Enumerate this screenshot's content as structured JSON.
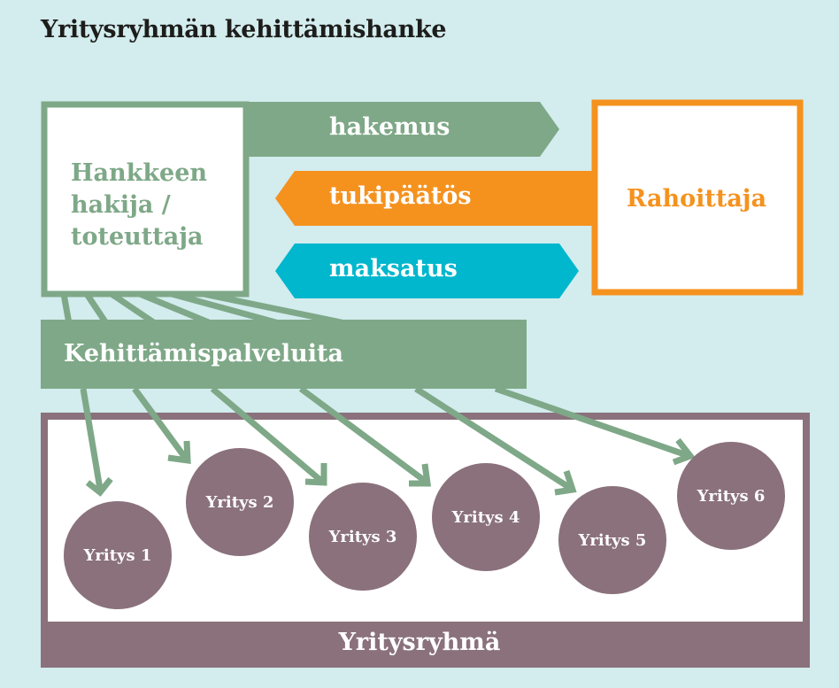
{
  "title": "Yritysryhmän kehittämishanke",
  "applicant": {
    "lines": [
      "Hankkeen",
      "hakija /",
      "toteuttaja"
    ]
  },
  "funder": {
    "label": "Rahoittaja"
  },
  "flows": {
    "application": "hakemus",
    "decision": "tukipäätös",
    "payment": "maksatus"
  },
  "services": {
    "label": "Kehittämispalveluita"
  },
  "group": {
    "label": "Yritysryhmä",
    "companies": [
      "Yritys 1",
      "Yritys 2",
      "Yritys 3",
      "Yritys 4",
      "Yritys 5",
      "Yritys 6"
    ]
  },
  "colors": {
    "background": "#d3ecee",
    "green": "#7ea887",
    "orange": "#f5921e",
    "teal": "#00b7cd",
    "mauve": "#8a717c"
  }
}
